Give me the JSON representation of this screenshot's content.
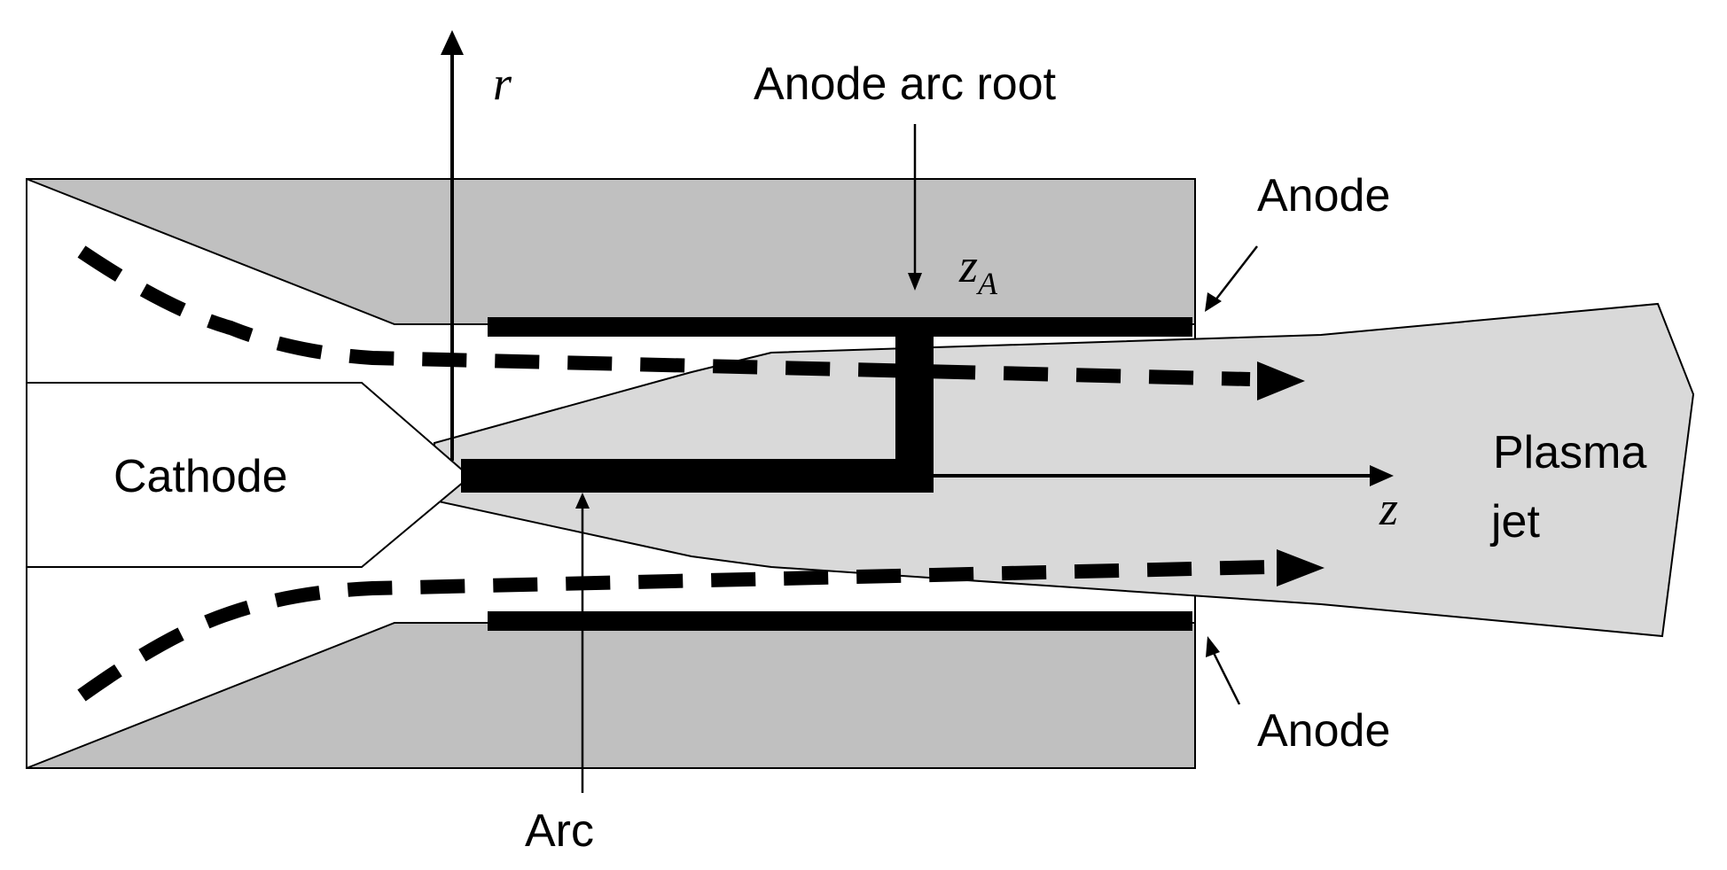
{
  "labels": {
    "r_axis": "r",
    "z_axis": "z",
    "z_a_main": "z",
    "z_a_sub": "A",
    "anode_arc_root": "Anode arc root",
    "anode_top": "Anode",
    "anode_bottom": "Anode",
    "cathode": "Cathode",
    "plasma_line1": "Plasma",
    "plasma_line2": "jet",
    "arc": "Arc"
  },
  "colors": {
    "anode_fill": "#c0c0c0",
    "plasma_fill": "#d9d9d9",
    "line": "#000000",
    "background": "#ffffff"
  },
  "icons": {
    "flow_arrow": "dashed-arrow",
    "pointer": "arrow"
  }
}
